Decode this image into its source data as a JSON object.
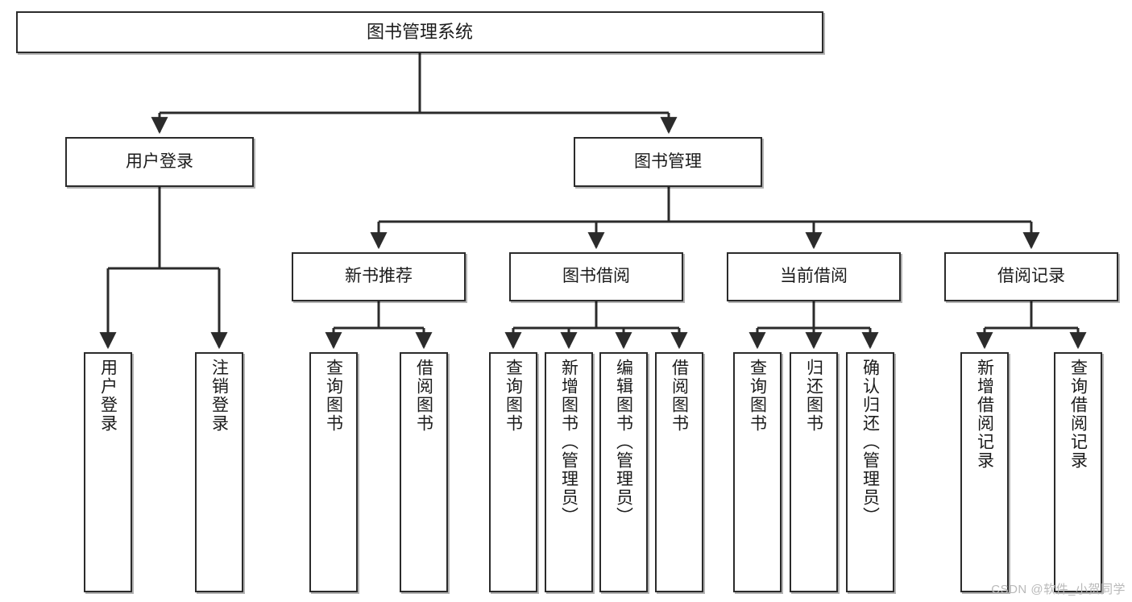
{
  "diagram": {
    "title": "图书管理系统",
    "type": "tree",
    "root": {
      "label": "图书管理系统"
    },
    "level2": [
      {
        "label": "用户登录"
      },
      {
        "label": "图书管理"
      }
    ],
    "level3": [
      {
        "label": "新书推荐"
      },
      {
        "label": "图书借阅"
      },
      {
        "label": "当前借阅"
      },
      {
        "label": "借阅记录"
      }
    ],
    "leaves": {
      "user_login": [
        {
          "label": "用户登录"
        },
        {
          "label": "注销登录"
        }
      ],
      "new_book_recommend": [
        {
          "label": "查询图书"
        },
        {
          "label": "借阅图书"
        }
      ],
      "book_borrow": [
        {
          "label": "查询图书"
        },
        {
          "label": "新增图书（管理员）"
        },
        {
          "label": "编辑图书（管理员）"
        },
        {
          "label": "借阅图书"
        }
      ],
      "current_borrow": [
        {
          "label": "查询图书"
        },
        {
          "label": "归还图书"
        },
        {
          "label": "确认归还（管理员）"
        }
      ],
      "borrow_record": [
        {
          "label": "新增借阅记录"
        },
        {
          "label": "查询借阅记录"
        }
      ]
    }
  },
  "watermark": {
    "text": "CSDN @软件_小贺同学"
  },
  "colors": {
    "background": "#ffffff",
    "node_fill": "#ffffff",
    "node_border": "#2b2b2b",
    "connector": "#2b2b2b",
    "text": "#1b1b1b",
    "watermark": "#b9b9b9"
  }
}
